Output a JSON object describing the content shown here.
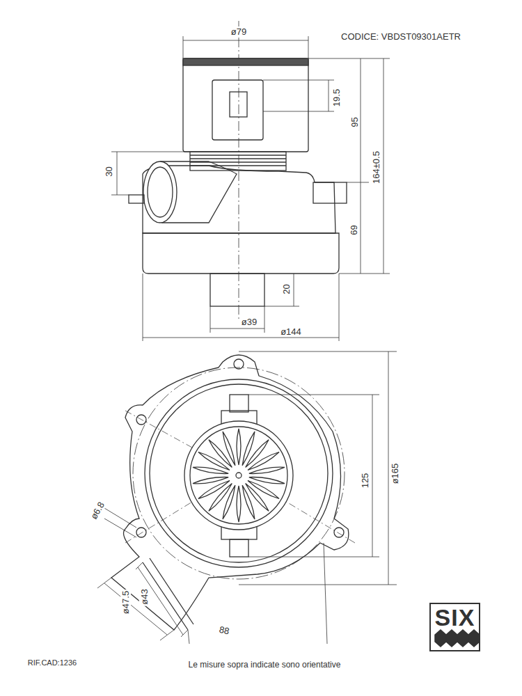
{
  "diagram": {
    "caption": "Le misure sopra indicate sono orientative",
    "nodes": [
      {
        "text": [
          "SIX"
        ]
      }
    ],
    "labels": [
      "CODICE: VBDST09301AETR",
      "ø79",
      "19.5",
      "95",
      "164±0.5",
      "30",
      "69",
      "20",
      "ø39",
      "ø144",
      "125",
      "ø165",
      "ø6.8",
      "ø43",
      "ø47.5",
      "88",
      "RIF.CAD:1236"
    ]
  }
}
